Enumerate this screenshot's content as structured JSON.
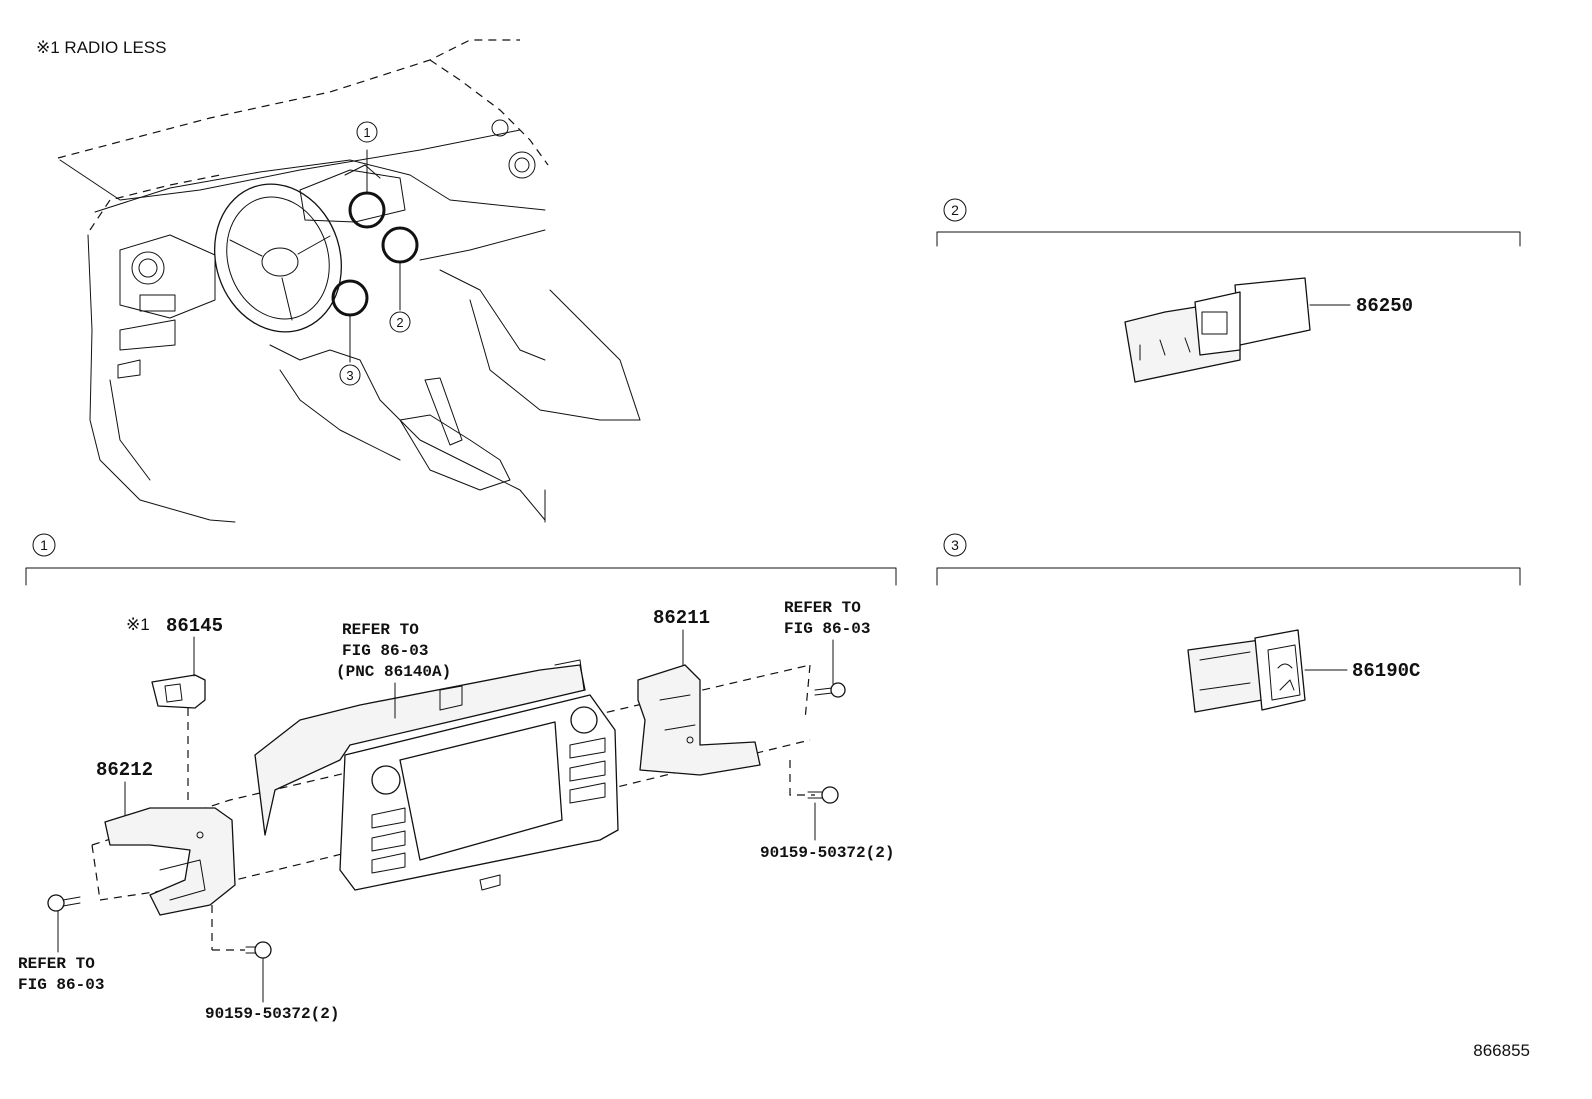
{
  "note": "※1 RADIO LESS",
  "figure_number": "866855",
  "markers": {
    "one": "1",
    "two": "2",
    "three": "3"
  },
  "sections": {
    "one": {
      "marker": "1"
    },
    "two": {
      "marker": "2"
    },
    "three": {
      "marker": "3"
    }
  },
  "parts": {
    "p86145_mark": "※1",
    "p86145": "86145",
    "p86212": "86212",
    "p86211": "86211",
    "p86250": "86250",
    "p86190c": "86190C",
    "bolt_left": "90159-50372(2)",
    "bolt_right": "90159-50372(2)"
  },
  "refs": {
    "center_l1": "REFER TO",
    "center_l2": "FIG 86-03",
    "center_l3": "(PNC 86140A)",
    "right_l1": "REFER TO",
    "right_l2": "FIG 86-03",
    "left_l1": "REFER TO",
    "left_l2": "FIG 86-03"
  }
}
